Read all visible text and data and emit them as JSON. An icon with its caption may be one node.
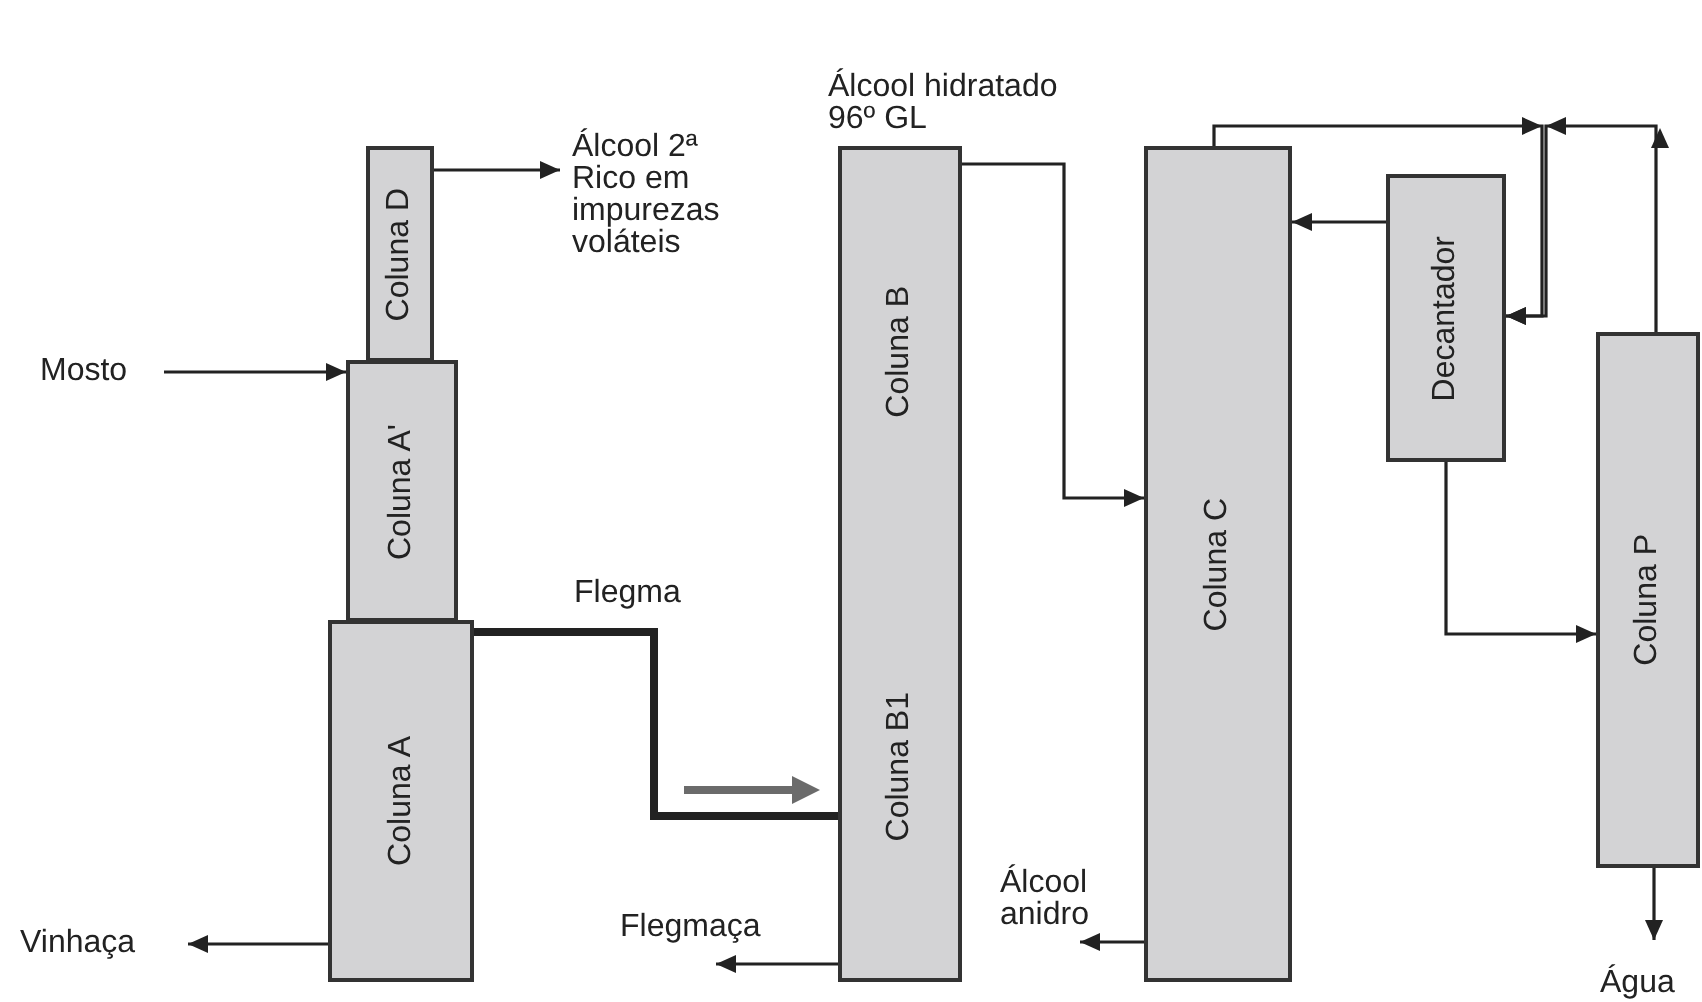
{
  "diagram": {
    "nodes": [
      {
        "text": [
          "Coluna D"
        ]
      },
      {
        "text": [
          "Álcool 2ª Rico em impurezas voláteis"
        ]
      },
      {
        "text": [
          "Mosto"
        ]
      },
      {
        "text": [
          "Coluna A'"
        ]
      },
      {
        "text": [
          "Coluna A"
        ]
      },
      {
        "text": [
          "Vinhaça"
        ]
      },
      {
        "text": [
          "Coluna B",
          "Coluna B1"
        ]
      },
      {
        "text": [
          "Flegmaça"
        ]
      },
      {
        "text": [
          "Coluna C"
        ]
      },
      {
        "text": [
          "Álcool anidro"
        ]
      },
      {
        "text": [
          "Decantador"
        ]
      },
      {
        "text": [
          "Coluna P"
        ]
      },
      {
        "text": [
          "Água"
        ]
      }
    ],
    "edges": [
      {
        "from": 0,
        "to": 1,
        "arrow": "to"
      },
      {
        "from": 2,
        "to": 3,
        "arrow": "to"
      },
      {
        "from": 4,
        "to": 5,
        "arrow": "to"
      },
      {
        "from": 4,
        "to": 6,
        "arrow": "none",
        "label": "Flegma",
        "style": "thick"
      },
      {
        "from": 6,
        "to": 7,
        "arrow": "to"
      },
      {
        "from": 6,
        "to": 8,
        "arrow": "to",
        "label": "Álcool hidratado 96º GL"
      },
      {
        "from": 8,
        "to": 9,
        "arrow": "to"
      },
      {
        "from": 8,
        "to": 10,
        "arrow": "to"
      },
      {
        "from": 11,
        "to": 10,
        "arrow": "to"
      },
      {
        "from": 10,
        "to": 8,
        "arrow": "to"
      },
      {
        "from": 10,
        "to": 11,
        "arrow": "to"
      },
      {
        "from": 11,
        "to": 12,
        "arrow": "to"
      }
    ]
  }
}
